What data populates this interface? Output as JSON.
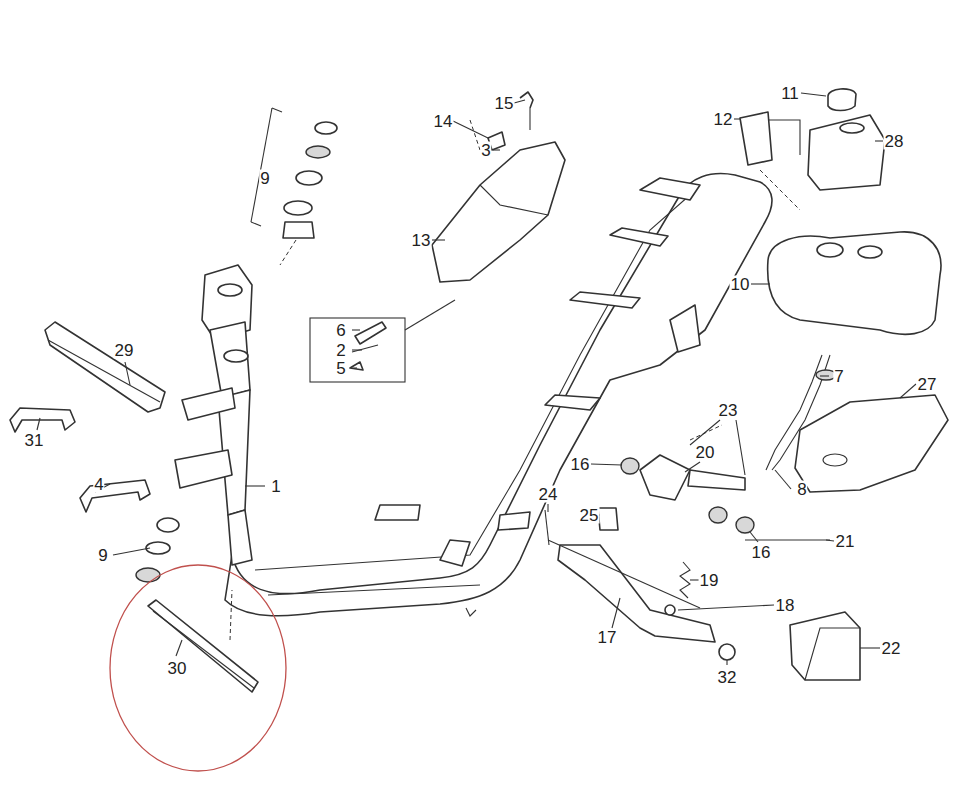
{
  "diagram": {
    "labels": [
      "9",
      "15",
      "14",
      "3",
      "11",
      "12",
      "28",
      "13",
      "10",
      "6",
      "2",
      "5",
      "29",
      "7",
      "27",
      "31",
      "23",
      "4",
      "1",
      "16",
      "20",
      "8",
      "24",
      "25",
      "21",
      "9",
      "16",
      "19",
      "18",
      "17",
      "32",
      "22",
      "30"
    ]
  }
}
